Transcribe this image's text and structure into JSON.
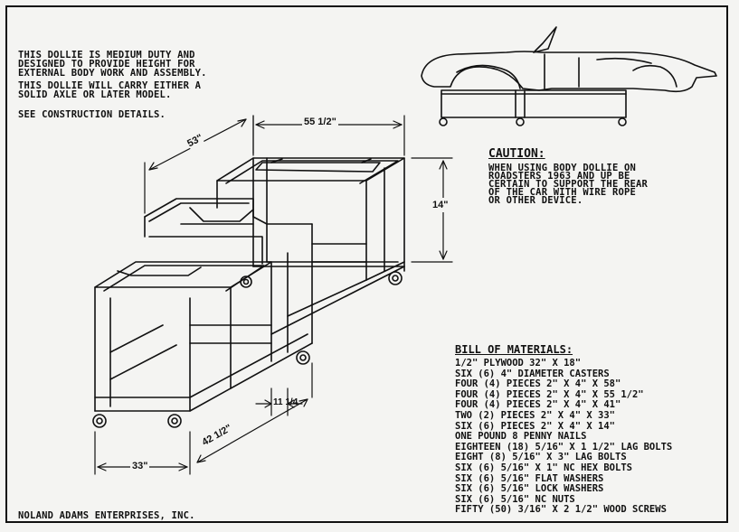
{
  "notes": {
    "line1": "THIS DOLLIE IS MEDIUM DUTY AND",
    "line2": "DESIGNED TO PROVIDE HEIGHT FOR",
    "line3": "EXTERNAL BODY WORK AND ASSEMBLY.",
    "line4": "THIS DOLLIE WILL CARRY EITHER A",
    "line5": "SOLID AXLE OR LATER MODEL.",
    "line6": "SEE CONSTRUCTION DETAILS."
  },
  "dimensions": {
    "width_top": "55 1/2\"",
    "length": "53\"",
    "height": "14\"",
    "front_width": "33\"",
    "front_length": "42 1/2\"",
    "offset": "11 1/4"
  },
  "caution": {
    "title": "CAUTION:",
    "line1": "WHEN USING BODY DOLLIE ON",
    "line2": "ROADSTERS 1963 AND UP BE",
    "line3": "CERTAIN TO SUPPORT THE REAR",
    "line4": "OF THE CAR WITH WIRE ROPE",
    "line5": "OR OTHER DEVICE."
  },
  "bill_of_materials": {
    "title": "BILL OF MATERIALS:",
    "items": [
      "1/2\" PLYWOOD 32\" X 18\"",
      "SIX (6) 4\" DIAMETER CASTERS",
      "FOUR (4) PIECES 2\" X 4\" X 58\"",
      "FOUR (4) PIECES 2\" X 4\" X 55 1/2\"",
      "FOUR (4) PIECES 2\" X 4\" X 41\"",
      "TWO (2) PIECES 2\" X 4\" X 33\"",
      "SIX (6) PIECES 2\" X 4\" X 14\"",
      "ONE POUND 8 PENNY NAILS",
      "EIGHTEEN (18) 5/16\" X 1 1/2\" LAG BOLTS",
      "EIGHT (8) 5/16\" X 3\" LAG BOLTS",
      "SIX (6) 5/16\" X 1\" NC HEX BOLTS",
      "SIX (6) 5/16\" FLAT WASHERS",
      "SIX (6) 5/16\" LOCK WASHERS",
      "SIX (6) 5/16\" NC NUTS",
      "FIFTY (50) 3/16\" X 2 1/2\" WOOD SCREWS"
    ]
  },
  "footer": {
    "company": "NOLAND ADAMS ENTERPRISES, INC."
  },
  "colors": {
    "ink": "#111111",
    "paper": "#f4f4f2"
  }
}
